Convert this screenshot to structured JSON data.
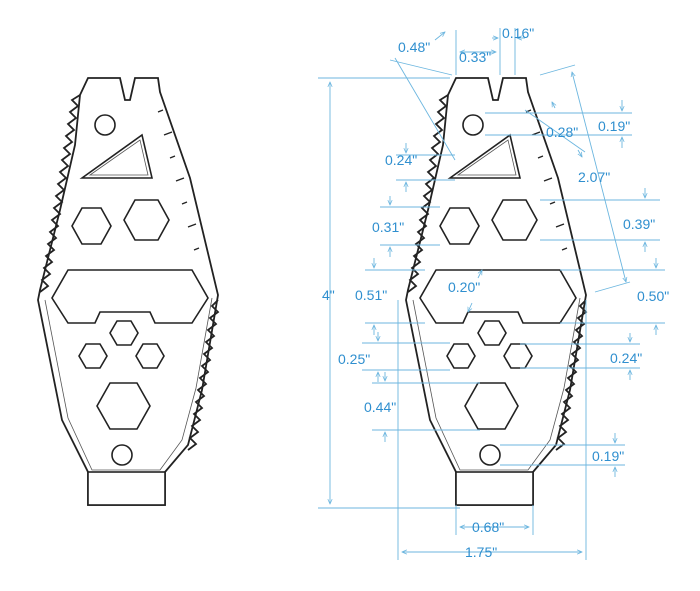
{
  "colors": {
    "outline": "#222222",
    "dimension": "#6cb6df",
    "dimension_text": "#2f8fcf",
    "background": "#ffffff"
  },
  "dimensions": {
    "d_016": "0.16\"",
    "d_048": "0.48\"",
    "d_033": "0.33\"",
    "d_028": "0.28\"",
    "d_019_top": "0.19\"",
    "d_024_left": "0.24\"",
    "d_207": "2.07\"",
    "d_031": "0.31\"",
    "d_039": "0.39\"",
    "d_4": "4\"",
    "d_051": "0.51\"",
    "d_020": "0.20\"",
    "d_050": "0.50\"",
    "d_025": "0.25\"",
    "d_024_right": "0.24\"",
    "d_044": "0.44\"",
    "d_019_bottom": "0.19\"",
    "d_068": "0.68\"",
    "d_175": "1.75\""
  }
}
